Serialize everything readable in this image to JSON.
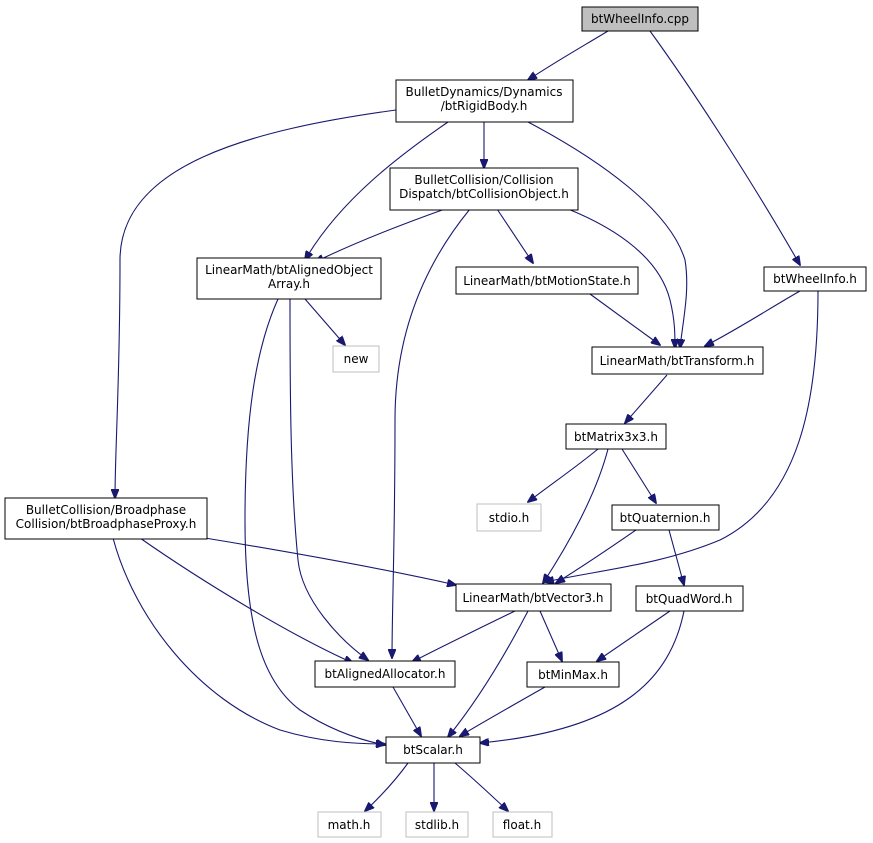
{
  "nodes": {
    "root": {
      "line1": "btWheelInfo.cpp"
    },
    "rigidbody": {
      "line1": "BulletDynamics/Dynamics",
      "line2": "/btRigidBody.h"
    },
    "collisionobject": {
      "line1": "BulletCollision/Collision",
      "line2": "Dispatch/btCollisionObject.h"
    },
    "alignedarray": {
      "line1": "LinearMath/btAlignedObject",
      "line2": "Array.h"
    },
    "motionstate": {
      "line1": "LinearMath/btMotionState.h"
    },
    "wheelinfo": {
      "line1": "btWheelInfo.h"
    },
    "new": {
      "line1": "new"
    },
    "transform": {
      "line1": "LinearMath/btTransform.h"
    },
    "matrix": {
      "line1": "btMatrix3x3.h"
    },
    "broadphase": {
      "line1": "BulletCollision/Broadphase",
      "line2": "Collision/btBroadphaseProxy.h"
    },
    "stdio": {
      "line1": "stdio.h"
    },
    "quaternion": {
      "line1": "btQuaternion.h"
    },
    "vector3": {
      "line1": "LinearMath/btVector3.h"
    },
    "quadword": {
      "line1": "btQuadWord.h"
    },
    "allocator": {
      "line1": "btAlignedAllocator.h"
    },
    "minmax": {
      "line1": "btMinMax.h"
    },
    "scalar": {
      "line1": "btScalar.h"
    },
    "math": {
      "line1": "math.h"
    },
    "stdlib": {
      "line1": "stdlib.h"
    },
    "float": {
      "line1": "float.h"
    }
  },
  "colors": {
    "edge": "#191970",
    "root_fill": "#bfbfbf",
    "node_border": "#000000",
    "external_border": "#bfbfbf"
  }
}
